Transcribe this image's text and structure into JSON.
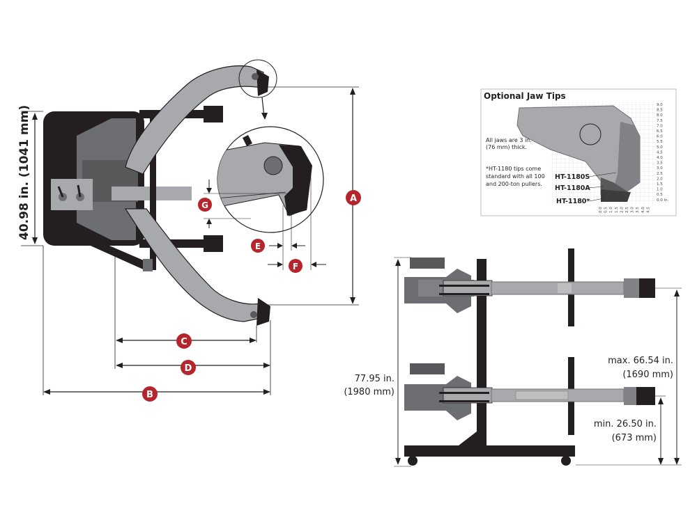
{
  "colors": {
    "frame": "#231f20",
    "arm": "#a7a9ac",
    "body": "#6d6e71",
    "line": "#231f20",
    "badge": "#b5252b",
    "grid": "#dcdcdc"
  },
  "top_view": {
    "height_label": "40.98 in. (1041 mm)",
    "badges": {
      "A": "A",
      "B": "B",
      "C": "C",
      "D": "D",
      "E": "E",
      "F": "F",
      "G": "G"
    }
  },
  "inset": {
    "title": "Optional Jaw Tips",
    "note1_line1": "All jaws are 3 in.",
    "note1_line2": "(76 mm) thick.",
    "note2_line1": "*HT-1180 tips come",
    "note2_line2": "standard with all 100",
    "note2_line3": "and 200-ton pullers.",
    "models": [
      "HT-1180S",
      "HT-1180A",
      "HT-1180*"
    ],
    "right_scale": [
      "9.0",
      "8.5",
      "8.0",
      "7.5",
      "7.0",
      "6.5",
      "6.0",
      "5.5",
      "5.0",
      "4.5",
      "4.0",
      "3.5",
      "3.0",
      "2.5",
      "2.0",
      "1.5",
      "1.0",
      "0.5",
      "0.0 in."
    ],
    "bottom_scale": [
      "0.0",
      "0.5",
      "1.0",
      "1.5",
      "2.0",
      "2.5",
      "3.0",
      "3.5",
      "4.0",
      "4.5"
    ]
  },
  "side_view": {
    "height_label_1": "77.95 in.",
    "height_label_2": "(1980 mm)",
    "max_label_1": "max. 66.54 in.",
    "max_label_2": "(1690 mm)",
    "min_label_1": "min. 26.50 in.",
    "min_label_2": "(673 mm)"
  }
}
